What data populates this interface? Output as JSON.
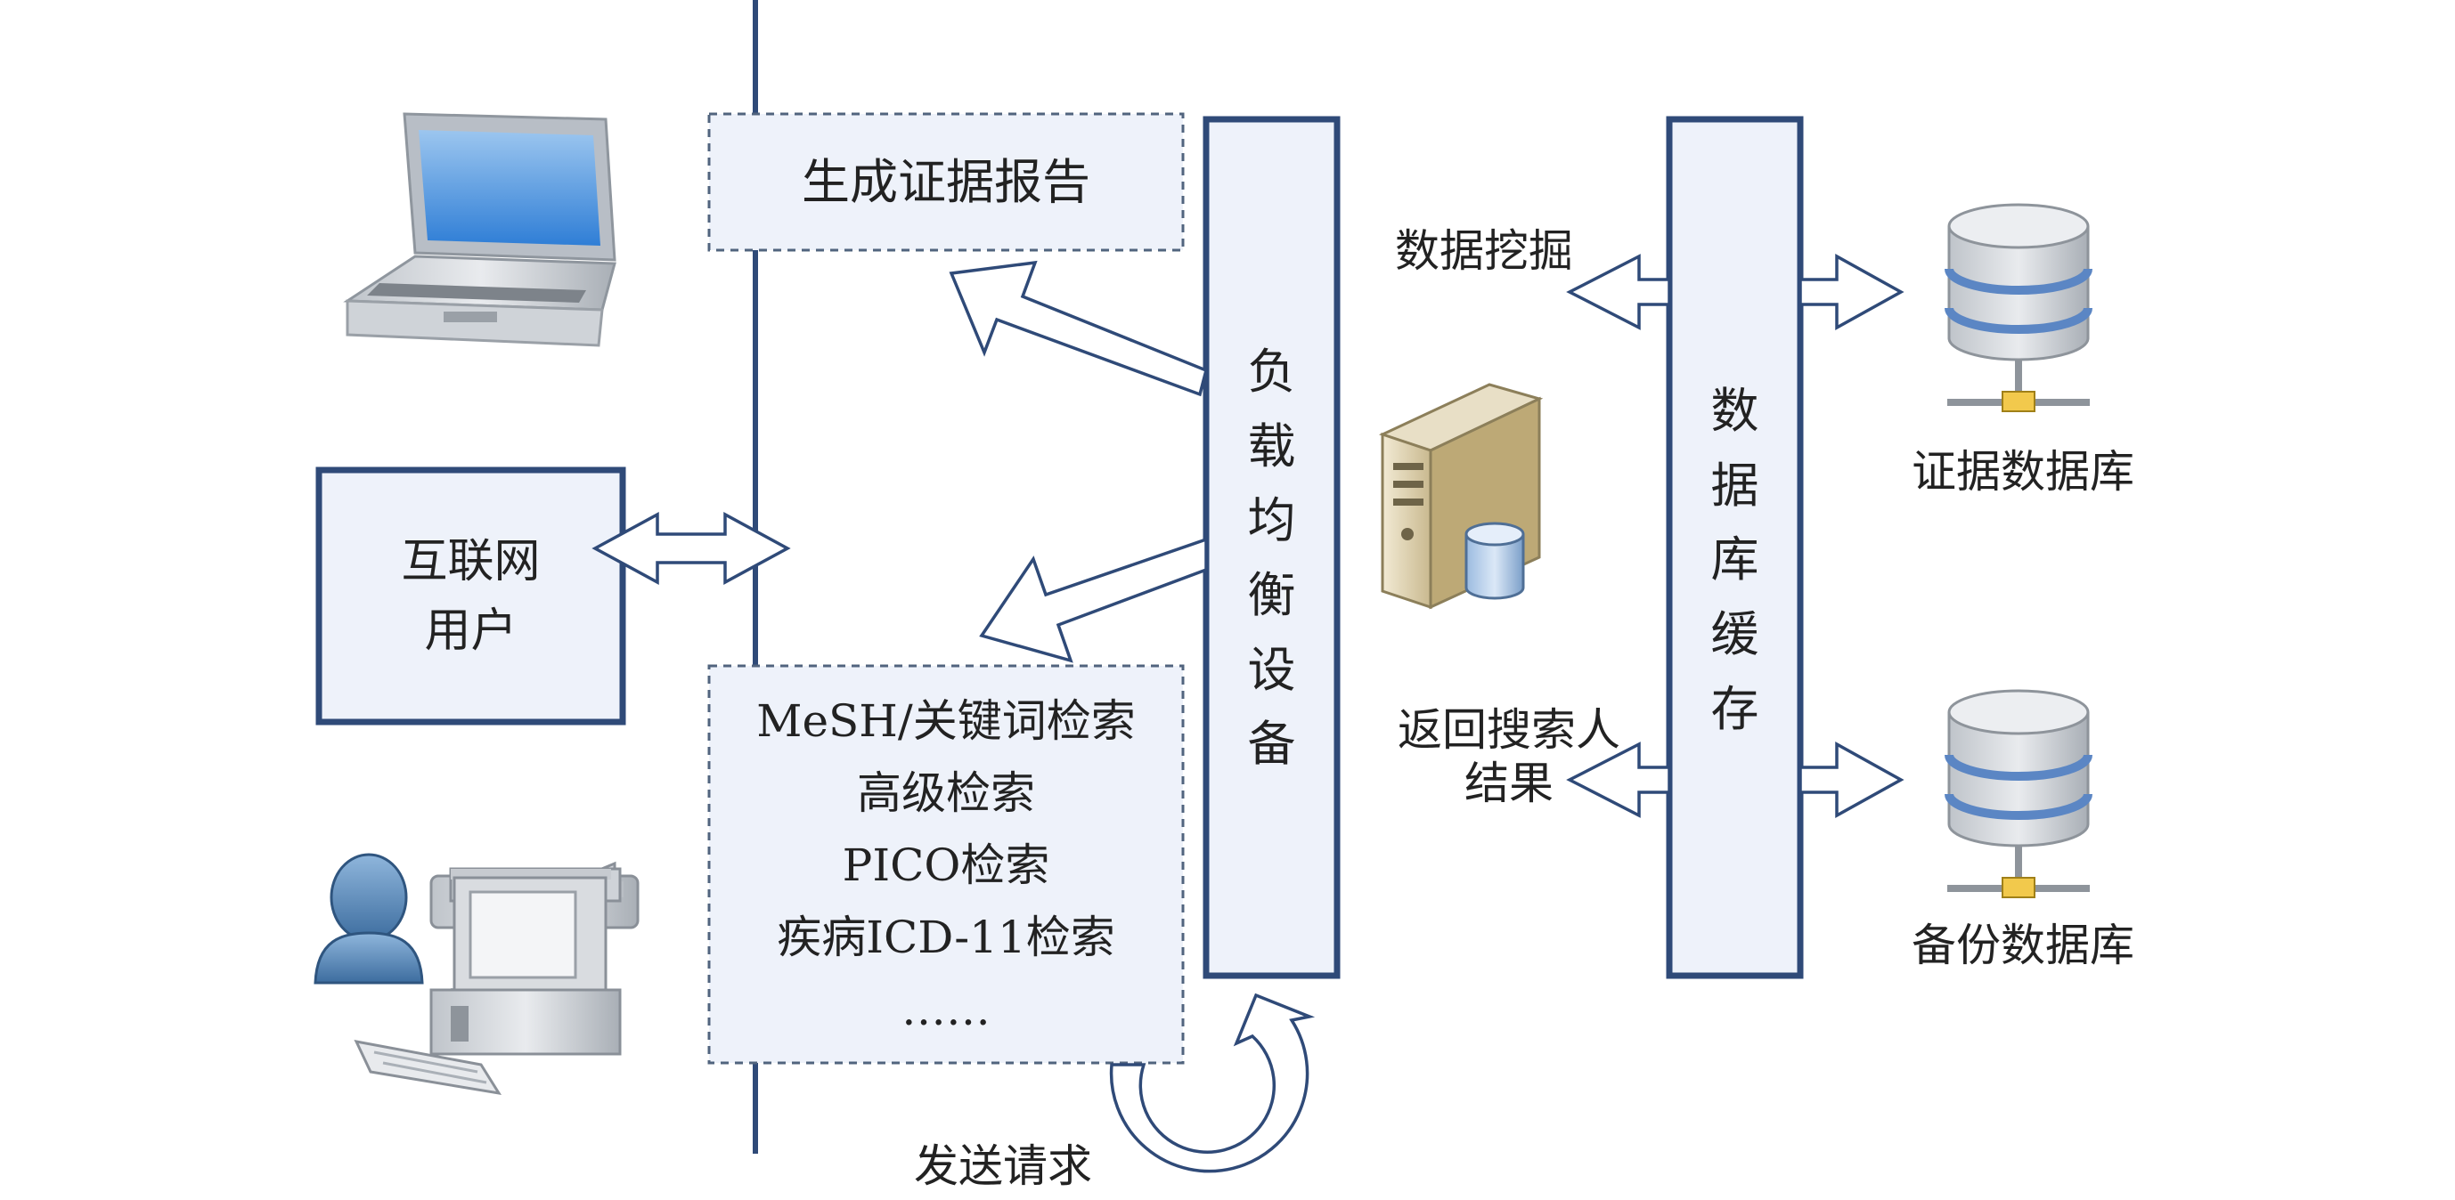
{
  "colors": {
    "box_fill": "#eef2fa",
    "box_border": "#2f4a78",
    "arrow_stroke": "#2f4a78",
    "line": "#2f4a78",
    "dashed_border": "#51647e",
    "text": "#222222"
  },
  "icons": [
    "laptop-icon",
    "user-computer-icon",
    "server-icon",
    "database-icon"
  ],
  "labels": {
    "internet_user_line1": "互联网",
    "internet_user_line2": "用户",
    "report": "生成证据报告",
    "search_items": [
      "MeSH/关键词检索",
      "高级检索",
      "PICO检索",
      "疾病ICD-11检索",
      "……"
    ],
    "send_request": "发送请求",
    "load_balancer": [
      "负",
      "载",
      "均",
      "衡",
      "设",
      "备"
    ],
    "db_cache": [
      "数",
      "据",
      "库",
      "缓",
      "存"
    ],
    "data_mining": "数据挖掘",
    "return_results_line1": "返回搜索人",
    "return_results_line2": "结果",
    "evidence_db": "证据数据库",
    "backup_db": "备份数据库"
  }
}
